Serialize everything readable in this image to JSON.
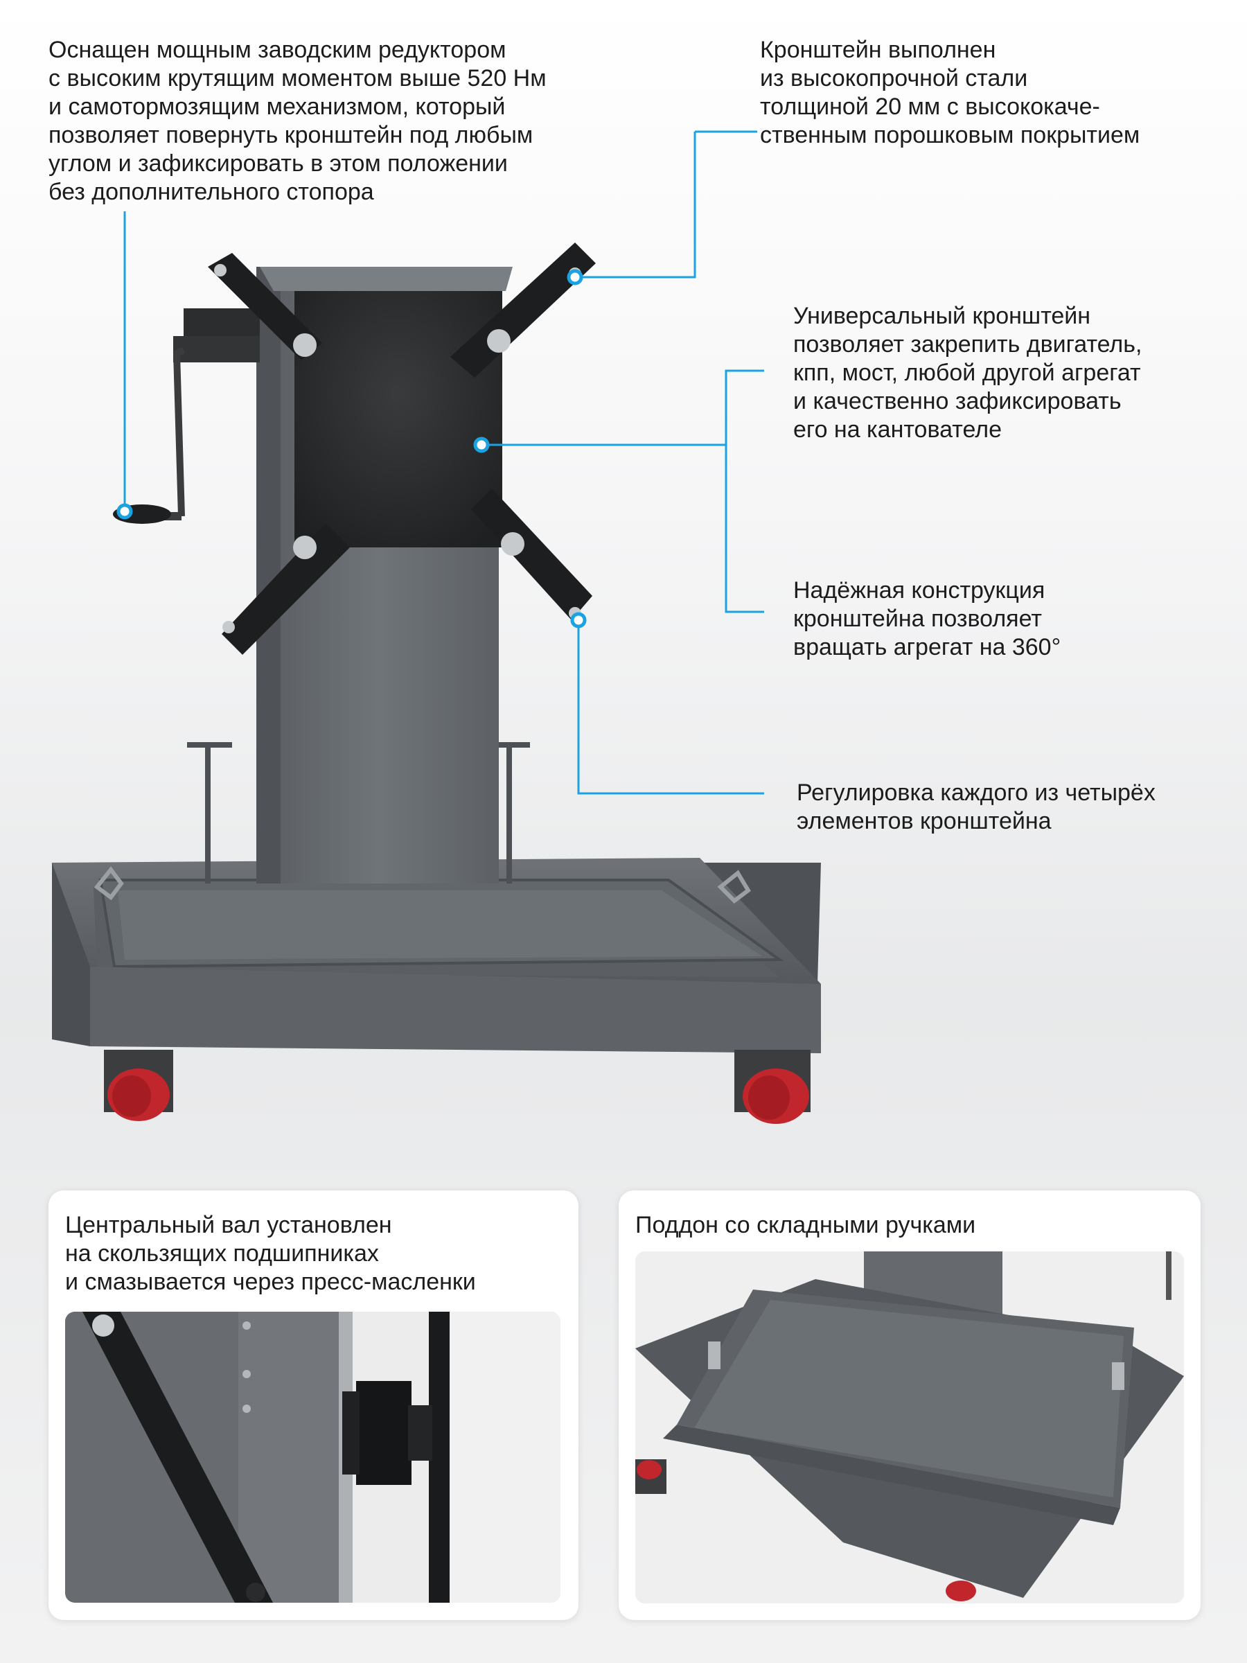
{
  "callouts": {
    "gearbox": "Оснащен мощным заводским редуктором\nс высоким крутящим моментом выше 520 Нм\nи самотормозящим механизмом, который\nпозволяет повернуть кронштейн под любым\nуглом и зафиксировать в этом положении\nбез дополнительного стопора",
    "bracket_steel": "Кронштейн выполнен\nиз высокопрочной стали\nтолщиной 20 мм с высококаче-\nственным порошковым покрытием",
    "universal": "Универсальный кронштейн\nпозволяет закрепить двигатель,\nкпп, мост, любой другой агрегат\nи качественно зафиксировать\nего на кантователе",
    "rotation": "Надёжная конструкция\nкронштейна позволяет\nвращать агрегат на 360°",
    "adjust": "Регулировка каждого из четырёх\nэлементов кронштейна"
  },
  "panels": {
    "shaft_title": "Центральный вал установлен\nна скользящих подшипниках\nи смазывается через пресс-масленки",
    "tray_title": "Поддон со складными ручками"
  },
  "colors": {
    "accent": "#1aa3e0",
    "steel": "#666b6f",
    "wheel": "#c0262b"
  }
}
